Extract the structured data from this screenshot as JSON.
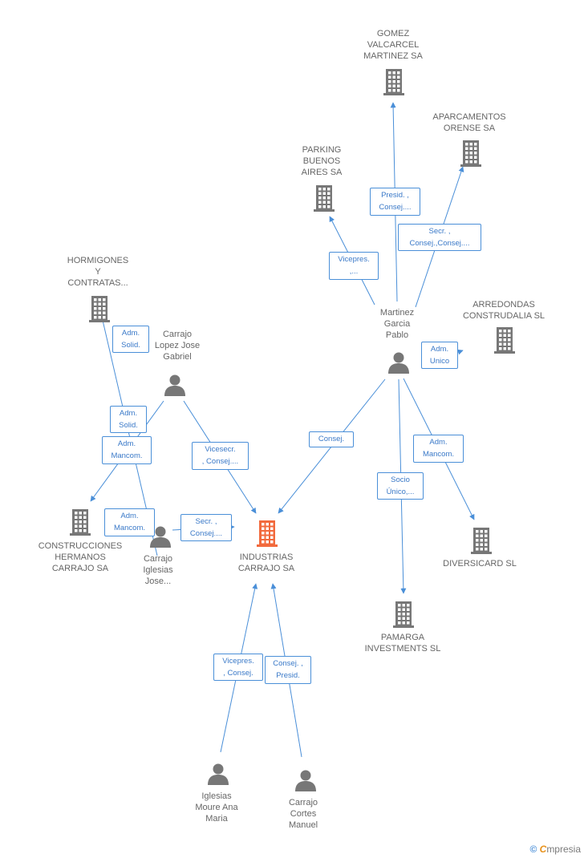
{
  "nodes": {
    "gomez": {
      "label": "GOMEZ\nVALCARCEL\nMARTINEZ SA",
      "kind": "company"
    },
    "aparcamientos": {
      "label": "APARCAMENTOS\nORENSE SA",
      "kind": "company"
    },
    "parking": {
      "label": "PARKING\nBUENOS\nAIRES SA",
      "kind": "company"
    },
    "hormigones": {
      "label": "HORMIGONES\nY\nCONTRATAS...",
      "kind": "company"
    },
    "arredondas": {
      "label": "ARREDONDAS\nCONSTRUDALIA SL",
      "kind": "company"
    },
    "martinez": {
      "label": "Martinez\nGarcia\nPablo",
      "kind": "person"
    },
    "carrajo_lopez": {
      "label": "Carrajo\nLopez Jose\nGabriel",
      "kind": "person"
    },
    "construcciones": {
      "label": "CONSTRUCCIONES\nHERMANOS\nCARRAJO SA",
      "kind": "company"
    },
    "carrajo_iglesias": {
      "label": "Carrajo\nIglesias\nJose...",
      "kind": "person"
    },
    "industrias": {
      "label": "INDUSTRIAS\nCARRAJO SA",
      "kind": "company-main"
    },
    "diversicard": {
      "label": "DIVERSICARD SL",
      "kind": "company"
    },
    "pamarga": {
      "label": "PAMARGA\nINVESTMENTS SL",
      "kind": "company"
    },
    "iglesias_moure": {
      "label": "Iglesias\nMoure Ana\nMaria",
      "kind": "person"
    },
    "carrajo_cortes": {
      "label": "Carrajo\nCortes\nManuel",
      "kind": "person"
    }
  },
  "edges": [
    {
      "id": "e1",
      "label": "Presid. ,\nConsej...."
    },
    {
      "id": "e2",
      "label": "Secr. ,\nConsej.,Consej...."
    },
    {
      "id": "e3",
      "label": "Vicepres.\n,..."
    },
    {
      "id": "e4",
      "label": "Adm.\nUnico"
    },
    {
      "id": "e5",
      "label": "Consej."
    },
    {
      "id": "e6",
      "label": "Socio\nÚnico,..."
    },
    {
      "id": "e7",
      "label": "Adm.\nMancom."
    },
    {
      "id": "e8",
      "label": "Adm.\nSolid."
    },
    {
      "id": "e9",
      "label": "Adm.\nSolid."
    },
    {
      "id": "e10",
      "label": "Adm.\nMancom."
    },
    {
      "id": "e11",
      "label": "Vicesecr.\n, Consej...."
    },
    {
      "id": "e12",
      "label": "Adm.\nMancom."
    },
    {
      "id": "e13",
      "label": "Secr. ,\nConsej...."
    },
    {
      "id": "e14",
      "label": "Vicepres.\n, Consej."
    },
    {
      "id": "e15",
      "label": "Consej. ,\nPresid."
    }
  ],
  "colors": {
    "edge": "#4a8fd8",
    "icon": "#777777",
    "main_icon": "#f26a3d"
  },
  "brand": {
    "copyright": "©",
    "name_first": "C",
    "name_rest": "mpresia"
  }
}
